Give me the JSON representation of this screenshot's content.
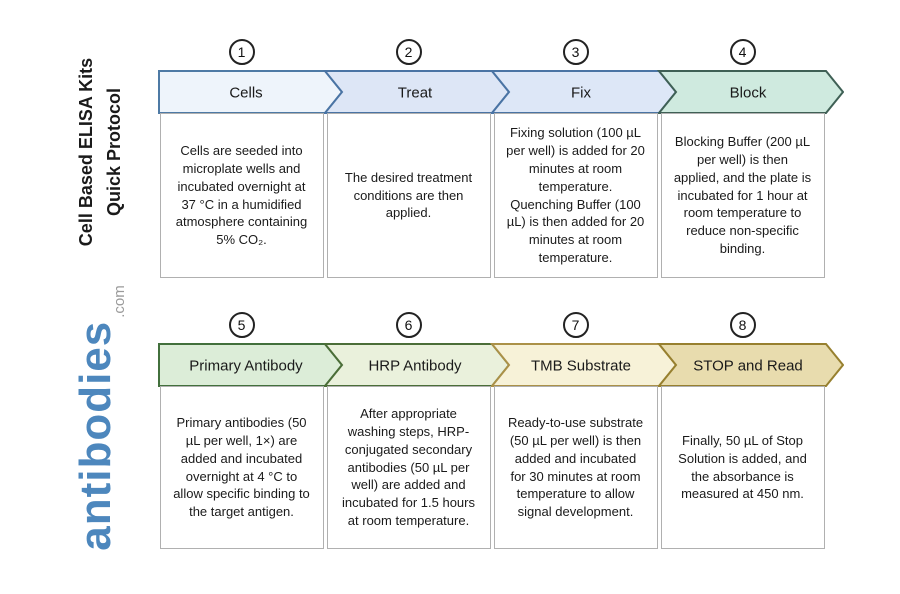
{
  "page": {
    "background": "#ffffff"
  },
  "sidebar": {
    "title_line1": "Cell Based ELISA Kits",
    "title_line2": "Quick Protocol",
    "title_color": "#1a1a1a",
    "logo_word": "antibodies",
    "logo_suffix": ".com",
    "logo_color": "#4d87bd",
    "logo_suffix_color": "#9a9a9a"
  },
  "steps": [
    {
      "number": "1",
      "label": "Cells",
      "description": "Cells are seeded into microplate wells and incubated overnight at 37 °C in a humidified atmosphere containing 5% CO₂.",
      "arrow_fill": "#eef4fb",
      "arrow_stroke": "#4e7aa5"
    },
    {
      "number": "2",
      "label": "Treat",
      "description": "The desired treatment conditions are then applied.",
      "arrow_fill": "#dde6f6",
      "arrow_stroke": "#4a74a4"
    },
    {
      "number": "3",
      "label": "Fix",
      "description": "Fixing solution (100 µL per well) is added for 20 minutes at room temperature. Quenching Buffer (100 µL) is then added for 20 minutes at room temperature.",
      "arrow_fill": "#dde7f7",
      "arrow_stroke": "#4a74a4"
    },
    {
      "number": "4",
      "label": "Block",
      "description": "Blocking Buffer (200 µL per well) is then applied, and the plate is incubated for 1 hour at room temperature to reduce non-specific binding.",
      "arrow_fill": "#cfeadf",
      "arrow_stroke": "#3f6055"
    },
    {
      "number": "5",
      "label": "Primary Antibody",
      "description": "Primary antibodies (50 µL per well, 1×) are added and incubated overnight at 4 °C to allow specific binding to the target antigen.",
      "arrow_fill": "#dcedd8",
      "arrow_stroke": "#42703c"
    },
    {
      "number": "6",
      "label": "HRP Antibody",
      "description": "After appropriate washing steps, HRP-conjugated secondary antibodies (50 µL per well) are added and incubated for 1.5 hours at room temperature.",
      "arrow_fill": "#eaf1dc",
      "arrow_stroke": "#4b6e38"
    },
    {
      "number": "7",
      "label": "TMB Substrate",
      "description": "Ready-to-use substrate (50 µL per well) is then added and incubated for 30 minutes at room temperature to allow signal development.",
      "arrow_fill": "#f7f2d8",
      "arrow_stroke": "#ab9148"
    },
    {
      "number": "8",
      "label": "STOP and Read",
      "description": "Finally, 50 µL of Stop Solution is added, and the absorbance is measured at 450 nm.",
      "arrow_fill": "#e8dcae",
      "arrow_stroke": "#97802f"
    }
  ]
}
